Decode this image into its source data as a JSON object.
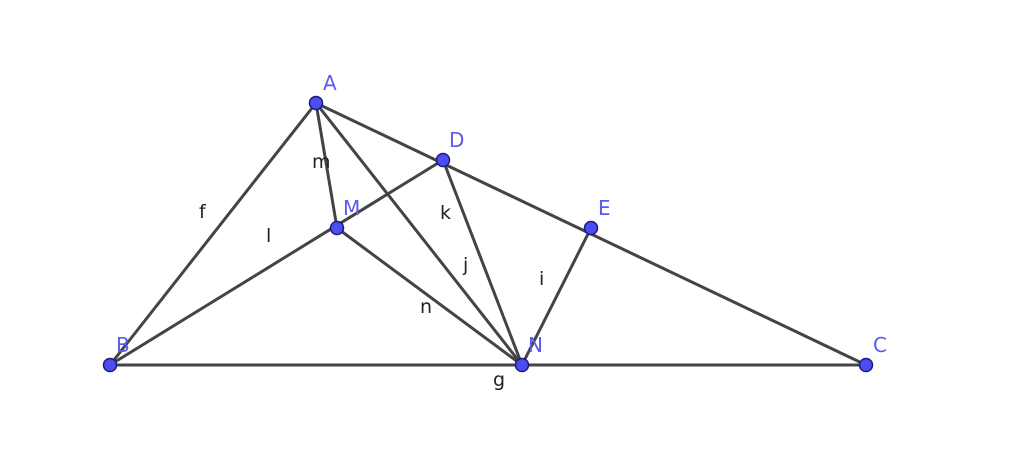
{
  "colors": {
    "background": "#ffffff",
    "segment": "#444444",
    "point_fill": "#4d4df0",
    "point_label": "#5a5af0",
    "segment_label": "#222222"
  },
  "points": [
    {
      "id": "A",
      "label": "A"
    },
    {
      "id": "B",
      "label": "B"
    },
    {
      "id": "C",
      "label": "C"
    },
    {
      "id": "D",
      "label": "D"
    },
    {
      "id": "E",
      "label": "E"
    },
    {
      "id": "M",
      "label": "M"
    },
    {
      "id": "N",
      "label": "N"
    }
  ],
  "segments": [
    {
      "id": "f",
      "label": "f",
      "from": "A",
      "to": "B"
    },
    {
      "id": "g",
      "label": "g",
      "from": "B",
      "to": "C"
    },
    {
      "id": "AC",
      "label": "",
      "from": "A",
      "to": "C"
    },
    {
      "id": "m",
      "label": "m",
      "from": "A",
      "to": "M"
    },
    {
      "id": "j",
      "label": "j",
      "from": "A",
      "to": "N"
    },
    {
      "id": "l",
      "label": "l",
      "from": "B",
      "to": "D"
    },
    {
      "id": "n",
      "label": "n",
      "from": "M",
      "to": "N"
    },
    {
      "id": "k",
      "label": "k",
      "from": "D",
      "to": "N"
    },
    {
      "id": "i",
      "label": "i",
      "from": "E",
      "to": "N"
    }
  ]
}
